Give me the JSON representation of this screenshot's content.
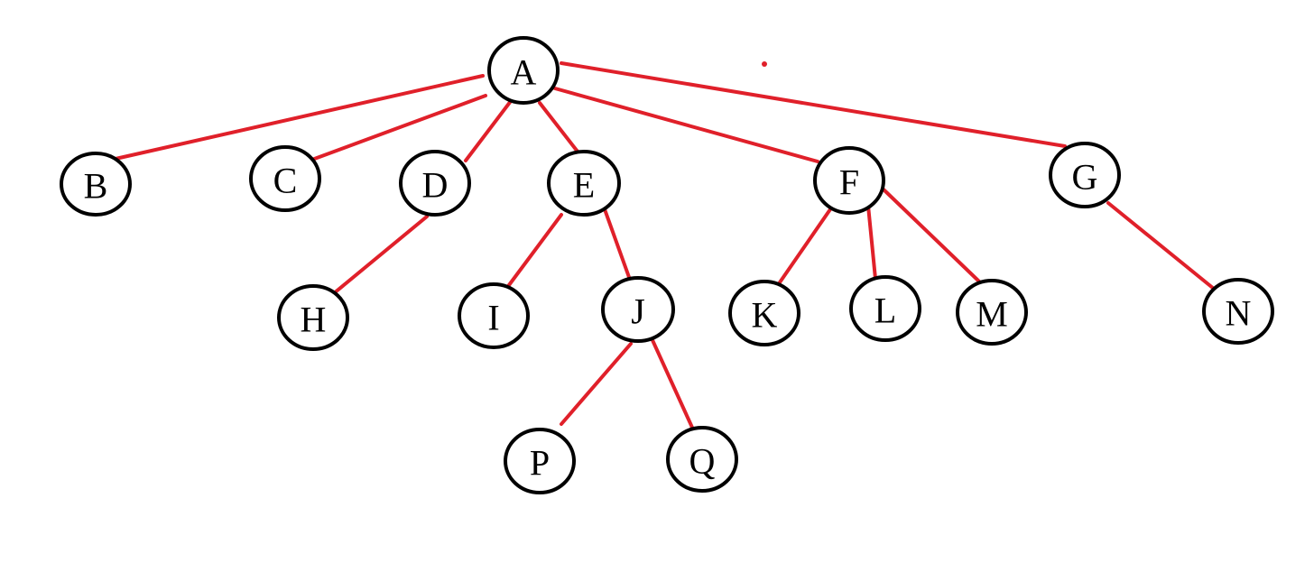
{
  "diagram": {
    "type": "tree",
    "colors": {
      "edge": "#e0202a",
      "node_stroke": "#000000",
      "node_fill": "#ffffff",
      "label": "#000000"
    },
    "nodes": [
      {
        "id": "A",
        "label": "A"
      },
      {
        "id": "B",
        "label": "B"
      },
      {
        "id": "C",
        "label": "C"
      },
      {
        "id": "D",
        "label": "D"
      },
      {
        "id": "E",
        "label": "E"
      },
      {
        "id": "F",
        "label": "F"
      },
      {
        "id": "G",
        "label": "G"
      },
      {
        "id": "H",
        "label": "H"
      },
      {
        "id": "I",
        "label": "I"
      },
      {
        "id": "J",
        "label": "J"
      },
      {
        "id": "K",
        "label": "K"
      },
      {
        "id": "L",
        "label": "L"
      },
      {
        "id": "M",
        "label": "M"
      },
      {
        "id": "N",
        "label": "N"
      },
      {
        "id": "P",
        "label": "P"
      },
      {
        "id": "Q",
        "label": "Q"
      }
    ],
    "edges": [
      {
        "from": "A",
        "to": "B"
      },
      {
        "from": "A",
        "to": "C"
      },
      {
        "from": "A",
        "to": "D"
      },
      {
        "from": "A",
        "to": "E"
      },
      {
        "from": "A",
        "to": "F"
      },
      {
        "from": "A",
        "to": "G"
      },
      {
        "from": "D",
        "to": "H"
      },
      {
        "from": "E",
        "to": "I"
      },
      {
        "from": "E",
        "to": "J"
      },
      {
        "from": "J",
        "to": "P"
      },
      {
        "from": "J",
        "to": "Q"
      },
      {
        "from": "F",
        "to": "K"
      },
      {
        "from": "F",
        "to": "L"
      },
      {
        "from": "F",
        "to": "M"
      },
      {
        "from": "G",
        "to": "N"
      }
    ]
  }
}
